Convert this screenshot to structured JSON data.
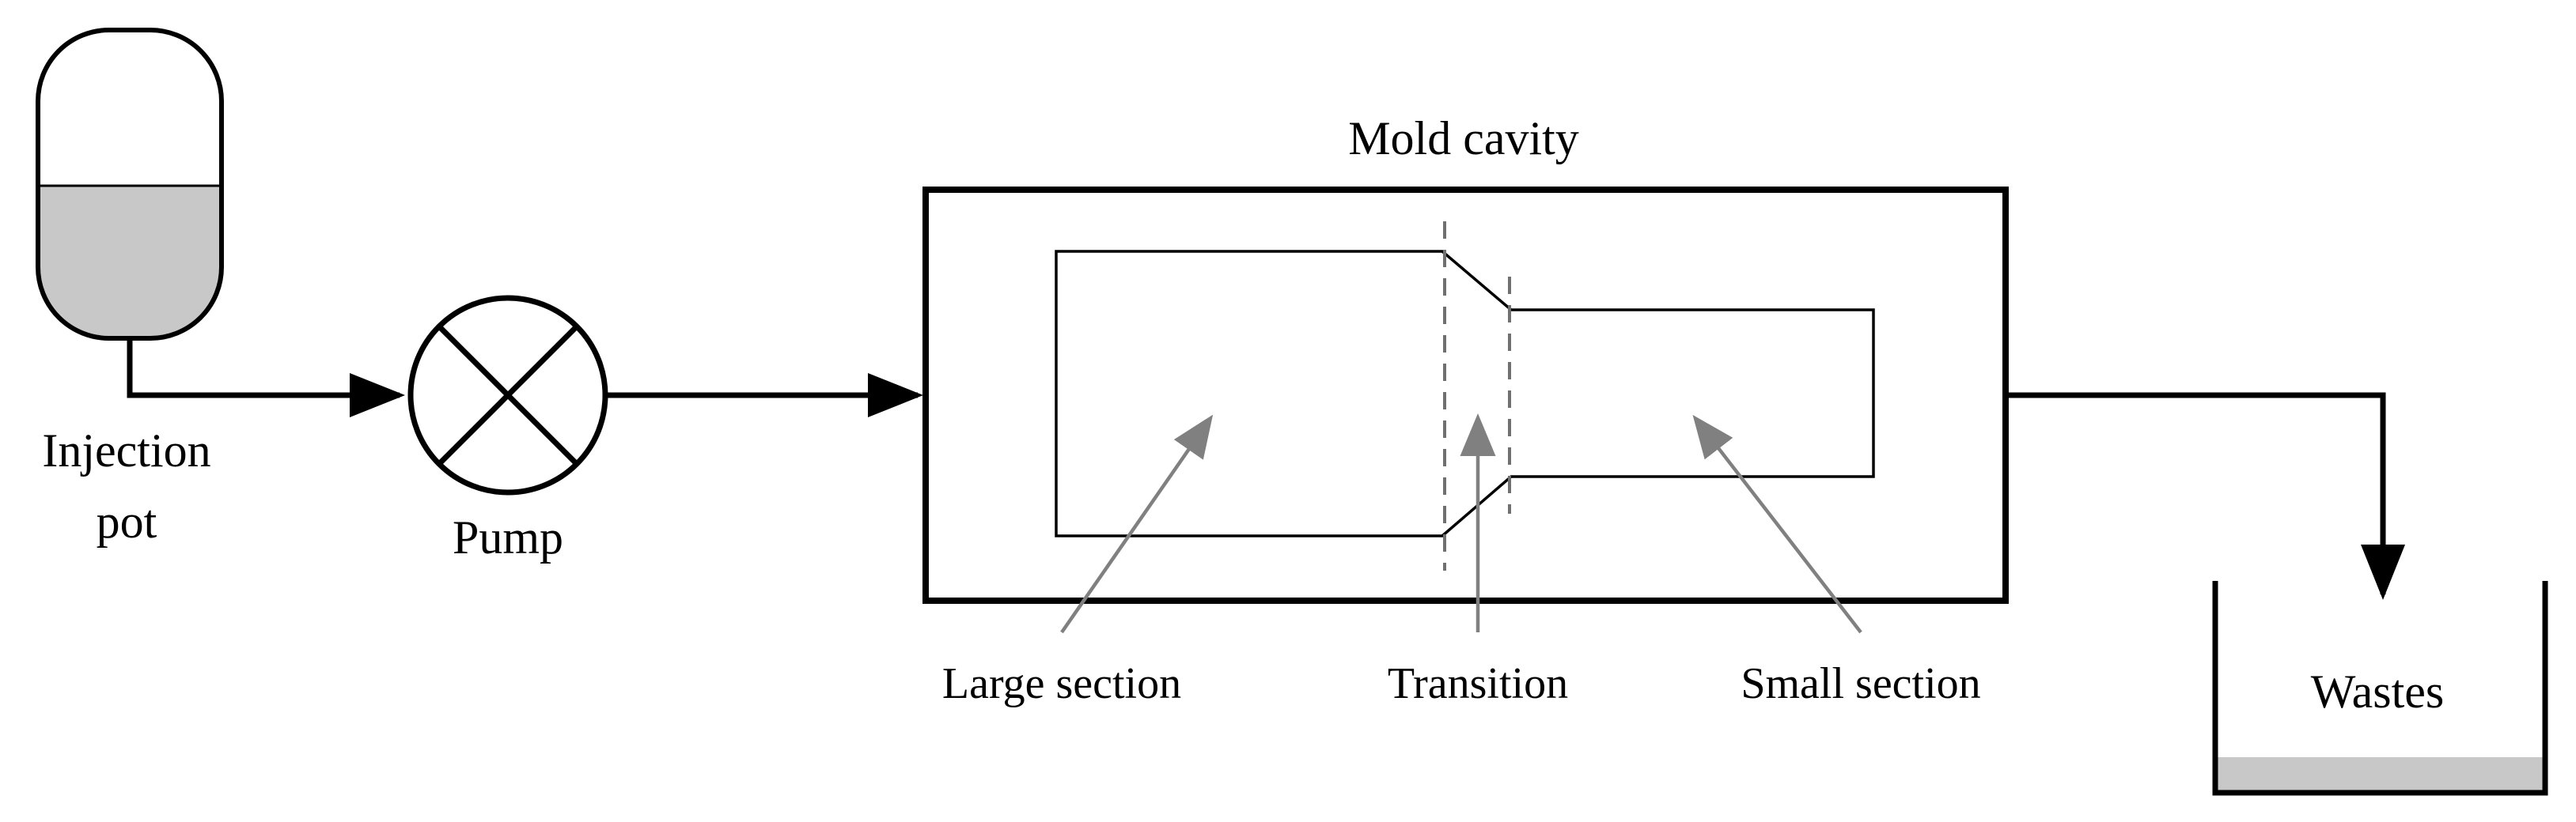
{
  "labels": {
    "injection_pot_line1": "Injection",
    "injection_pot_line2": "pot",
    "pump": "Pump",
    "mold_cavity": "Mold cavity",
    "large_section": "Large section",
    "transition": "Transition",
    "small_section": "Small section",
    "wastes": "Wastes"
  },
  "colors": {
    "stroke": "#000000",
    "liquid": "#c8c8c8",
    "pointer": "#808080",
    "dashed": "#707070"
  }
}
